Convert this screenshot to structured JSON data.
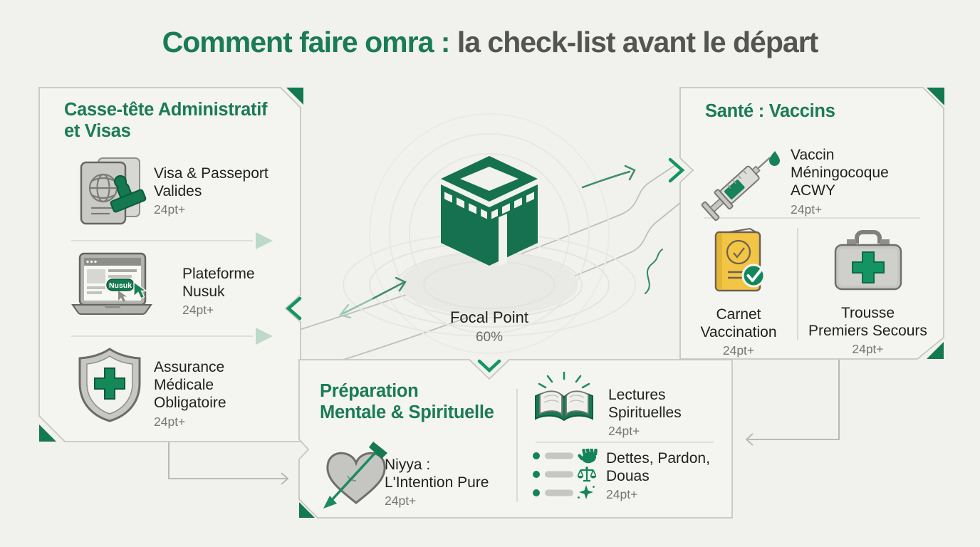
{
  "title": {
    "highlight": "Comment faire omra :",
    "rest": " la check-list avant le départ"
  },
  "center": {
    "label": "Focal Point",
    "value": "60%"
  },
  "panels": {
    "admin": {
      "heading": "Casse-tête Administratif\net Visas",
      "items": [
        {
          "label": "Visa & Passeport\nValides",
          "size": "24pt+",
          "icon": "passport-stamp-icon"
        },
        {
          "label": "Plateforme\nNusuk",
          "size": "24pt+",
          "icon": "laptop-nusuk-icon",
          "button": "Nusuk"
        },
        {
          "label": "Assurance\nMédicale\nObligatoire",
          "size": "24pt+",
          "icon": "medical-shield-icon"
        }
      ]
    },
    "sante": {
      "heading": "Santé : Vaccins",
      "items": [
        {
          "label": "Vaccin\nMéningocoque\nACWY",
          "size": "24pt+",
          "icon": "syringe-icon"
        },
        {
          "label": "Carnet\nVaccination",
          "size": "24pt+",
          "icon": "vaccination-booklet-icon"
        },
        {
          "label": "Trousse\nPremiers Secours",
          "size": "24pt+",
          "icon": "first-aid-kit-icon"
        }
      ]
    },
    "spirituel": {
      "heading": "Préparation\nMentale & Spirituelle",
      "items": [
        {
          "label": "Niyya :\nL'Intention Pure",
          "size": "24pt+",
          "icon": "heart-arrow-icon"
        },
        {
          "label": "Lectures\nSpirituelles",
          "size": "24pt+",
          "icon": "open-book-icon"
        },
        {
          "label": "Dettes, Pardon,\nDouas",
          "size": "24pt+",
          "icon": "checklist-icon"
        }
      ]
    }
  },
  "center_icon": "kaaba-icon",
  "colors": {
    "background": "#f1f1ed",
    "panel": "#f4f4f1",
    "panel_border": "#c6c6c2",
    "accent_green": "#1a7b57",
    "deep_green": "#15714f",
    "badge_green": "#12875c",
    "booklet_yellow": "#f2c544",
    "text": "#1f201f",
    "muted_text": "#757773"
  }
}
